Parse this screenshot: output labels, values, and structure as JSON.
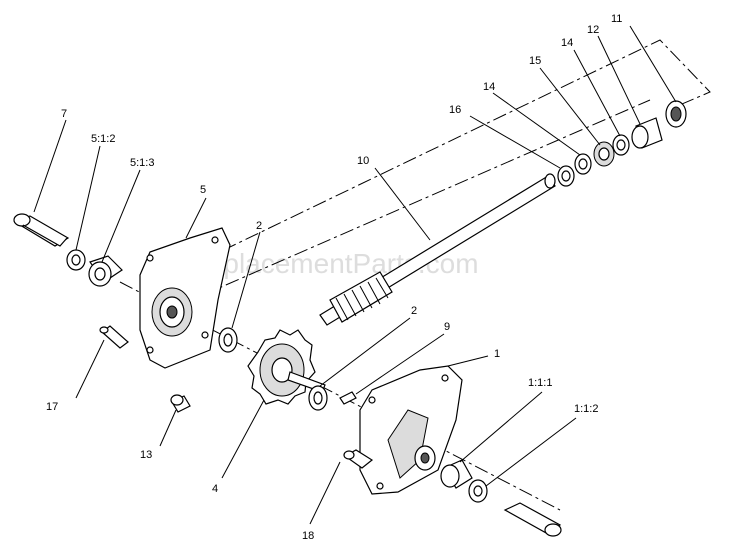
{
  "watermark": "eReplacementParts.com",
  "callouts": {
    "c7": "7",
    "c512": "5:1:2",
    "c513": "5:1:3",
    "c5": "5",
    "c2a": "2",
    "c10": "10",
    "c16": "16",
    "c14a": "14",
    "c15": "15",
    "c14b": "14",
    "c12": "12",
    "c11": "11",
    "c2b": "2",
    "c9": "9",
    "c1": "1",
    "c111": "1:1:1",
    "c112": "1:1:2",
    "c17": "17",
    "c13": "13",
    "c4": "4",
    "c18": "18"
  }
}
